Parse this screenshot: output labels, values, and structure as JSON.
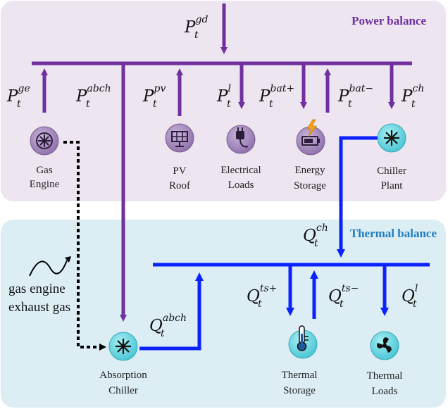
{
  "sections": {
    "power": "Power balance",
    "thermal": "Thermal balance"
  },
  "variables": {
    "p_gd": {
      "base": "P",
      "sub": "t",
      "sup": "gd"
    },
    "p_ge": {
      "base": "P",
      "sub": "t",
      "sup": "ge"
    },
    "p_abch": {
      "base": "P",
      "sub": "t",
      "sup": "abch"
    },
    "p_pv": {
      "base": "P",
      "sub": "t",
      "sup": "pv"
    },
    "p_l": {
      "base": "P",
      "sub": "t",
      "sup": "l"
    },
    "p_batp": {
      "base": "P",
      "sub": "t",
      "sup": "bat+"
    },
    "p_batm": {
      "base": "P",
      "sub": "t",
      "sup": "bat−"
    },
    "p_ch": {
      "base": "P",
      "sub": "t",
      "sup": "ch"
    },
    "q_ch": {
      "base": "Q",
      "sub": "t",
      "sup": "ch"
    },
    "q_abch": {
      "base": "Q",
      "sub": "t",
      "sup": "abch"
    },
    "q_tsp": {
      "base": "Q",
      "sub": "t",
      "sup": "ts+"
    },
    "q_tsm": {
      "base": "Q",
      "sub": "t",
      "sup": "ts−"
    },
    "q_l": {
      "base": "Q",
      "sub": "t",
      "sup": "l"
    }
  },
  "components": {
    "gas_engine": {
      "line1": "Gas",
      "line2": "Engine",
      "icon": "turbine-icon"
    },
    "pv_roof": {
      "line1": "PV",
      "line2": "Roof",
      "icon": "solar-panel-icon"
    },
    "electrical_loads": {
      "line1": "Electrical",
      "line2": "Loads",
      "icon": "plug-icon"
    },
    "energy_storage": {
      "line1": "Energy",
      "line2": "Storage",
      "icon": "battery-icon"
    },
    "chiller_plant": {
      "line1": "Chiller",
      "line2": "Plant",
      "icon": "snowflake-icon"
    },
    "absorption_chiller": {
      "line1": "Absorption",
      "line2": "Chiller",
      "icon": "snowflake-icon"
    },
    "thermal_storage": {
      "line1": "Thermal",
      "line2": "Storage",
      "icon": "thermometer-icon"
    },
    "thermal_loads": {
      "line1": "Thermal",
      "line2": "Loads",
      "icon": "fan-icon"
    }
  },
  "exhaust_note": {
    "line1": "gas engine",
    "line2": "exhaust gas"
  },
  "colors": {
    "power_bg": "#ede5ef",
    "thermal_bg": "#dceef4",
    "power_line": "#7030a0",
    "thermal_line": "#0b22ff",
    "power_title": "#7030a0",
    "thermal_title": "#1f7cc0"
  }
}
